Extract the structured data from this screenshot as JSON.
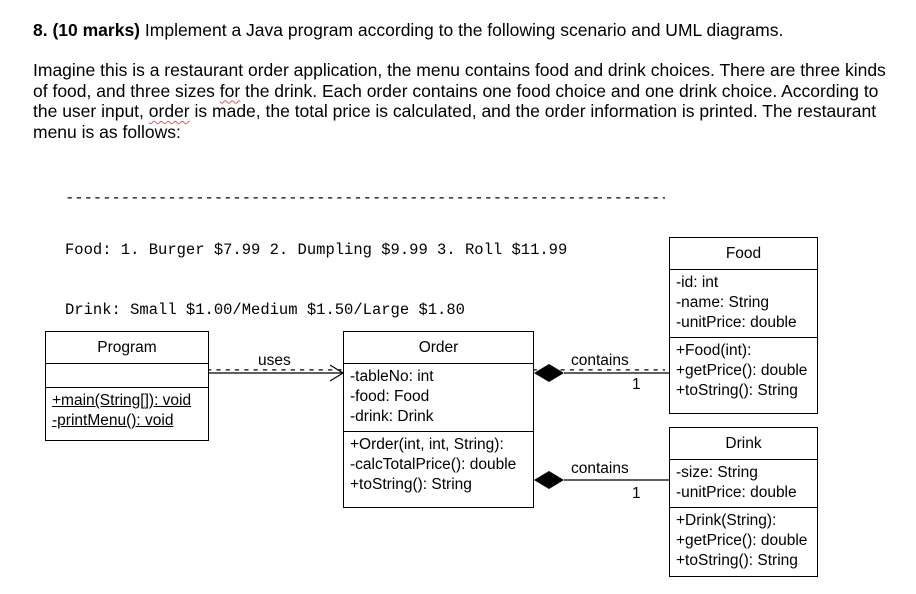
{
  "question": {
    "number": "8. (10 marks)",
    "instruction": "Implement a Java program according to the following scenario and UML diagrams."
  },
  "scenario": {
    "part1": "Imagine this is a restaurant order application, the menu contains food and drink choices. There are three kinds of food, and three sizes ",
    "part2": "for",
    "part3": " the drink. Each order contains one food choice and one drink choice. According to the user input, ",
    "part4": "order",
    "part5": " is made, the total price is calculated, and the order information is printed. The restaurant menu is as follows:"
  },
  "menu": {
    "rule": "------------------------------------------------------------------------------------------------------",
    "food_line": "Food: 1. Burger $7.99 2. Dumpling $9.99 3. Roll $11.99",
    "drink_line": "Drink: Small $1.00/Medium $1.50/Large $1.80"
  },
  "uml": {
    "program": {
      "name": "Program",
      "methods": [
        "+main(String[]): void",
        "-printMenu(): void"
      ]
    },
    "order": {
      "name": "Order",
      "attributes": [
        "-tableNo: int",
        "-food: Food",
        "-drink: Drink"
      ],
      "methods": [
        "+Order(int, int, String):",
        "-calcTotalPrice(): double",
        "+toString(): String"
      ]
    },
    "food": {
      "name": "Food",
      "attributes": [
        "-id: int",
        "-name: String",
        "-unitPrice: double"
      ],
      "methods": [
        "+Food(int):",
        "+getPrice(): double",
        "+toString(): String"
      ]
    },
    "drink": {
      "name": "Drink",
      "attributes": [
        "-size: String",
        "-unitPrice: double"
      ],
      "methods": [
        "+Drink(String):",
        "+getPrice(): double",
        "+toString(): String"
      ]
    },
    "relations": {
      "uses": "uses",
      "contains_food": "contains",
      "contains_drink": "contains",
      "mult_food": "1",
      "mult_drink": "1"
    }
  }
}
